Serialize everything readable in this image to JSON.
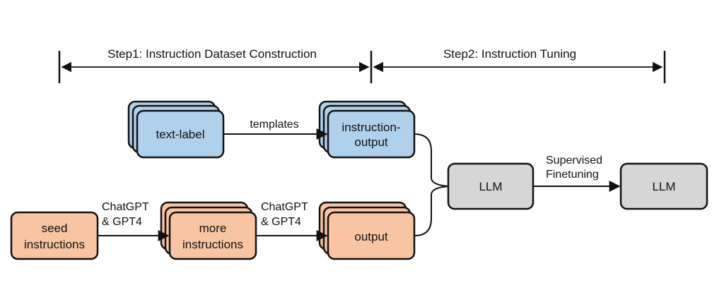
{
  "steps": {
    "step1": "Step1: Instruction Dataset Construction",
    "step2": "Step2: Instruction Tuning"
  },
  "nodes": {
    "text_label": "text-label",
    "instruction_output": [
      "instruction-",
      "output"
    ],
    "seed_instructions": [
      "seed",
      "instructions"
    ],
    "more_instructions": [
      "more",
      "instructions"
    ],
    "output": "output",
    "llm_base": "LLM",
    "llm_tuned": "LLM"
  },
  "edges": {
    "templates": "templates",
    "chatgpt_1": [
      "ChatGPT",
      "& GPT4"
    ],
    "chatgpt_2": [
      "ChatGPT",
      "& GPT4"
    ],
    "supervised": [
      "Supervised",
      "Finetuning"
    ]
  },
  "colors": {
    "blue_fill": "#b0d1ec",
    "orange_fill": "#f9c4a1",
    "gray_fill": "#d6d6d6",
    "stroke": "#111111"
  }
}
